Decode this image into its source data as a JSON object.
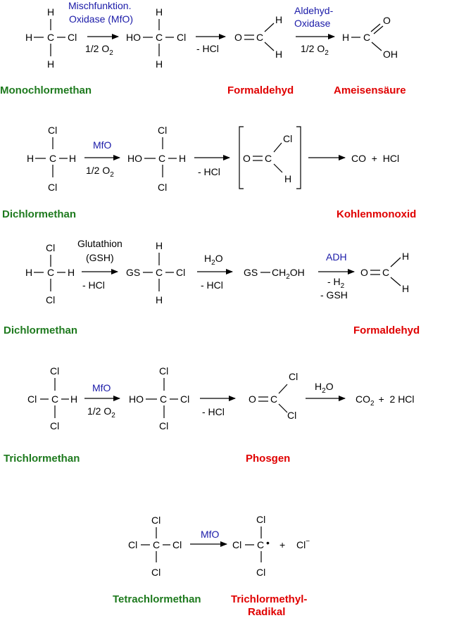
{
  "colors": {
    "compound_name": "#1e7a1e",
    "product_name": "#e00000",
    "enzyme": "#1a1aa8"
  },
  "labels": {
    "monochlormethan": "Monochlormethan",
    "formaldehyd1": "Formaldehyd",
    "ameisensaeure": "Ameisensäure",
    "dichlormethan1": "Dichlormethan",
    "kohlenmonoxid": "Kohlenmonoxid",
    "dichlormethan2": "Dichlormethan",
    "formaldehyd2": "Formaldehyd",
    "trichlormethan": "Trichlormethan",
    "phosgen": "Phosgen",
    "tetrachlormethan": "Tetrachlormethan",
    "radikal_line1": "Trichlormethyl-",
    "radikal_line2": "Radikal"
  },
  "enzymes": {
    "mfo_line1": "Mischfunktion.",
    "mfo_line2": "Oxidase (MfO)",
    "aldehyd_line1": "Aldehyd-",
    "aldehyd_line2": "Oxidase",
    "mfo": "MfO",
    "glutathion_line1": "Glutathion",
    "glutathion_line2": "(GSH)",
    "adh": "ADH"
  },
  "conditions": {
    "half_o2": "1/2 O",
    "o2_sub": "2",
    "minus_hcl": "- HCl",
    "h2o": "H",
    "h2o_sub": "2",
    "h2o_o": "O",
    "minus_h2": "- H",
    "minus_h2_sub": "2",
    "minus_gsh": "- GSH"
  },
  "atoms": {
    "H": "H",
    "C": "C",
    "Cl": "Cl",
    "O": "O",
    "HO": "HO",
    "OH": "OH",
    "GS": "GS",
    "CH2OH_a": "CH",
    "CH2OH_sub": "2",
    "CH2OH_b": "OH",
    "Cl_minus": "Cl",
    "minus_sup": "−",
    "radical_dot": "•"
  },
  "products": {
    "co_hcl": "CO  +  HCl",
    "co2_a": "CO",
    "co2_sub": "2",
    "co2_b": "+  2 HCl",
    "plus": "+"
  }
}
